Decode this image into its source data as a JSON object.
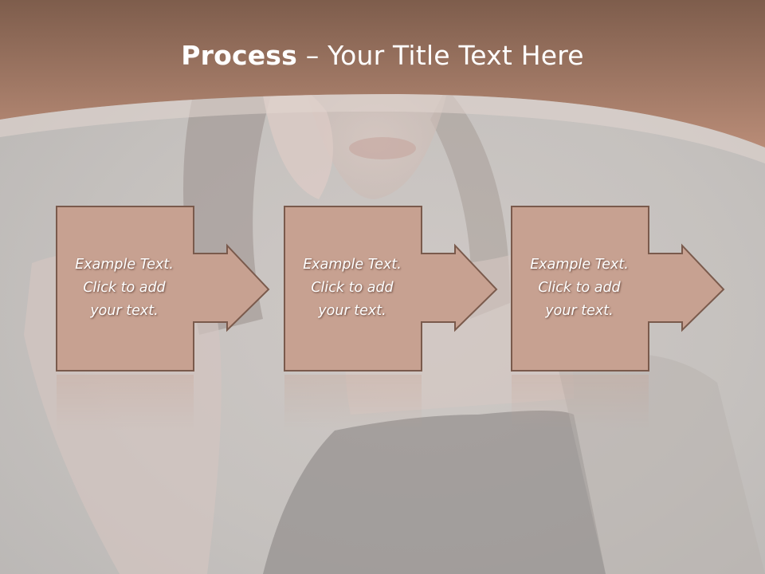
{
  "slide": {
    "title_bold": "Process",
    "title_dash": "–",
    "title_rest": "Your Title Text Here"
  },
  "steps": [
    {
      "text": "Example Text.\nClick  to add\nyour text."
    },
    {
      "text": "Example Text.\nClick  to add\nyour text."
    },
    {
      "text": "Example Text.\nClick  to add\nyour text."
    }
  ],
  "colors": {
    "header_top": "#7e5d4c",
    "header_bottom": "#b98c77",
    "box_fill": "#c7a191",
    "box_stroke": "#7a5a4c",
    "background": "#c8c4c1"
  }
}
